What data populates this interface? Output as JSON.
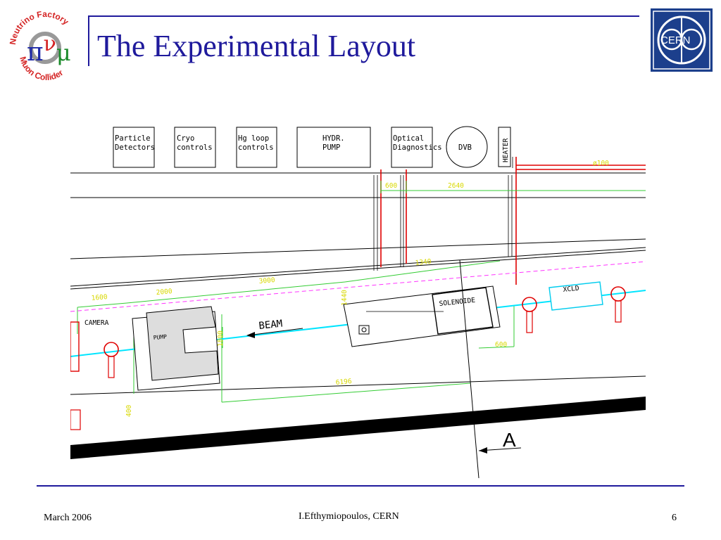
{
  "slide": {
    "title": "The Experimental Layout",
    "footer": {
      "date": "March 2006",
      "author": "I.Efthymiopoulos, CERN",
      "page": "6"
    }
  },
  "logos": {
    "left": {
      "ring_text_top": "Neutrino Factory",
      "ring_text_bottom": "Muon Collider",
      "symbols": "πνμ"
    },
    "right": {
      "text": "CERN"
    }
  },
  "drawing": {
    "boxes": [
      {
        "line1": "Particle",
        "line2": "Detectors"
      },
      {
        "line1": "Cryo",
        "line2": "controls"
      },
      {
        "line1": "Hg loop",
        "line2": "controls"
      },
      {
        "line1": "HYDR.",
        "line2": "PUMP"
      },
      {
        "line1": "Optical",
        "line2": "Diagnostics"
      }
    ],
    "circle_label": "DVB",
    "heater_label": "HEATER",
    "component_labels": {
      "camera": "CAMERA",
      "pump": "PUMP",
      "beam": "BEAM",
      "solenoid": "SOLENOIDE",
      "xcld": "XCLD",
      "section": "A"
    },
    "dimensions": {
      "phi100": "ø100",
      "d600_top": "600",
      "d2640": "2640",
      "d1600": "1600",
      "d2000": "2000",
      "d3000": "3000",
      "d6196": "6196",
      "d600_bottom": "600",
      "d400": "400",
      "d1440": "1440",
      "d1340": "1340",
      "d1800": "1800"
    }
  },
  "colors": {
    "title_blue": "#1f1a9c",
    "beam_cyan": "#00e5ff",
    "dimension_green": "#33cc33",
    "dimension_yellow": "#d8d800",
    "pipe_red": "#e00000",
    "dashed_magenta": "#ff33ff",
    "cern_blue": "#1c3f8c"
  }
}
